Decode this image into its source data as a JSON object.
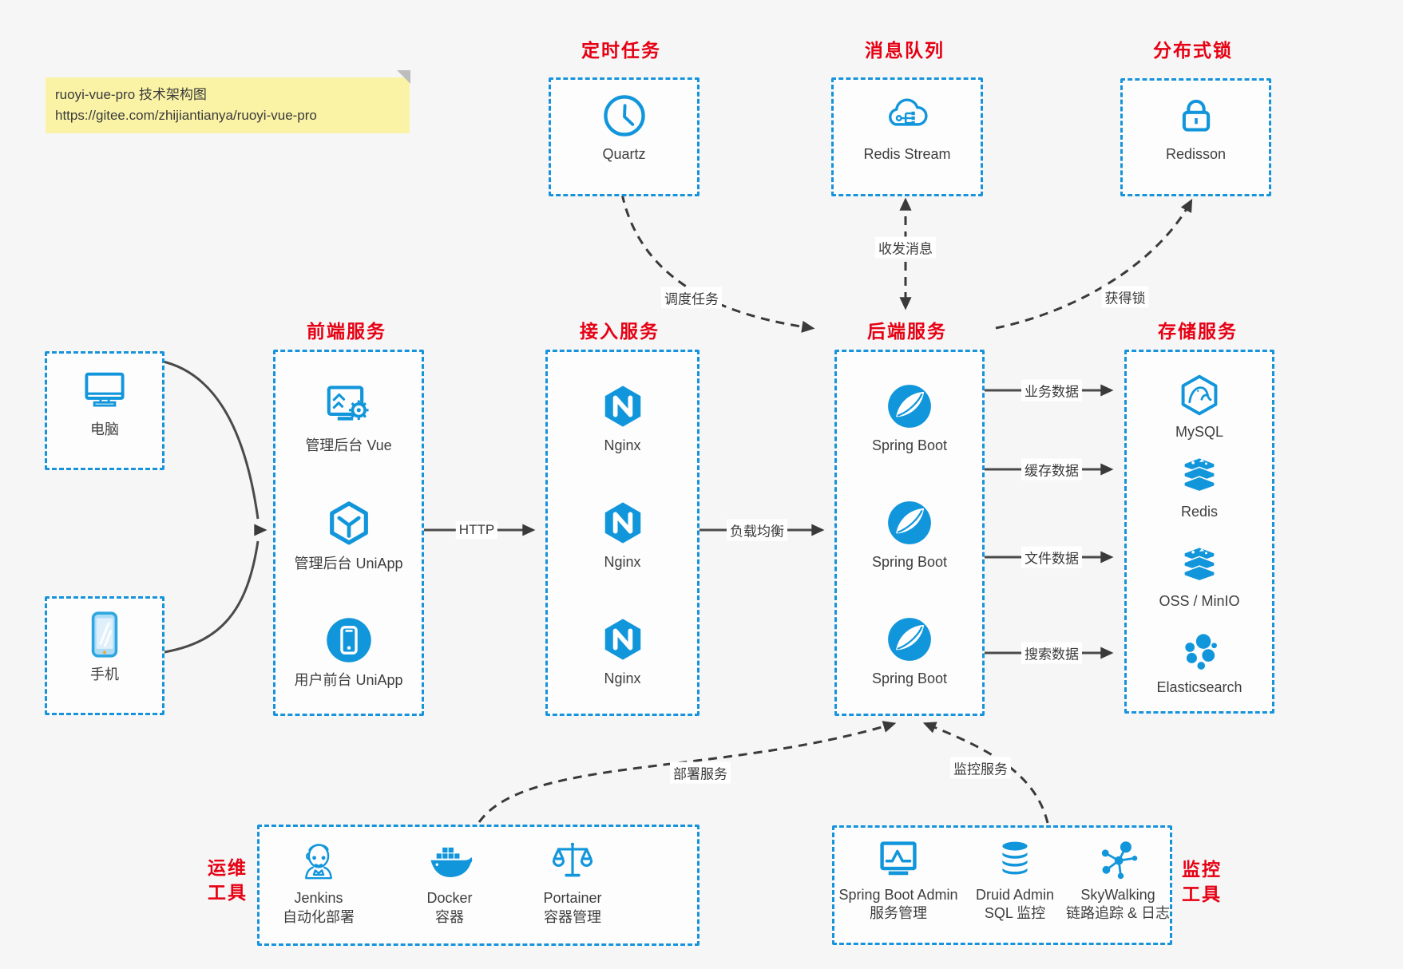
{
  "note": {
    "title": "ruoyi-vue-pro 技术架构图",
    "url": "https://gitee.com/zhijiantianya/ruoyi-vue-pro"
  },
  "top": {
    "timer": {
      "title": "定时任务",
      "label": "Quartz",
      "icon": "clock-icon"
    },
    "mq": {
      "title": "消息队列",
      "label": "Redis Stream",
      "icon": "cloud-stream-icon"
    },
    "lock": {
      "title": "分布式锁",
      "label": "Redisson",
      "icon": "lock-icon"
    }
  },
  "clients": {
    "pc": {
      "label": "电脑",
      "icon": "desktop-icon"
    },
    "mobile": {
      "label": "手机",
      "icon": "phone-icon"
    }
  },
  "columns": {
    "frontend": {
      "title": "前端服务",
      "items": [
        {
          "label": "管理后台 Vue",
          "icon": "admin-vue-icon"
        },
        {
          "label": "管理后台 UniApp",
          "icon": "uniapp-icon"
        },
        {
          "label": "用户前台 UniApp",
          "icon": "user-app-icon"
        }
      ]
    },
    "gateway": {
      "title": "接入服务",
      "items": [
        {
          "label": "Nginx",
          "icon": "nginx-icon"
        },
        {
          "label": "Nginx",
          "icon": "nginx-icon"
        },
        {
          "label": "Nginx",
          "icon": "nginx-icon"
        }
      ]
    },
    "backend": {
      "title": "后端服务",
      "items": [
        {
          "label": "Spring Boot",
          "icon": "spring-icon"
        },
        {
          "label": "Spring Boot",
          "icon": "spring-icon"
        },
        {
          "label": "Spring Boot",
          "icon": "spring-icon"
        }
      ]
    },
    "storage": {
      "title": "存储服务",
      "items": [
        {
          "label": "MySQL",
          "icon": "mysql-icon"
        },
        {
          "label": "Redis",
          "icon": "redis-stack-icon"
        },
        {
          "label": "OSS / MinIO",
          "icon": "oss-stack-icon"
        },
        {
          "label": "Elasticsearch",
          "icon": "elasticsearch-icon"
        }
      ]
    }
  },
  "bottom": {
    "ops": {
      "title_line1": "运维",
      "title_line2": "工具",
      "items": [
        {
          "name": "Jenkins",
          "desc": "自动化部署",
          "icon": "jenkins-icon"
        },
        {
          "name": "Docker",
          "desc": "容器",
          "icon": "docker-icon"
        },
        {
          "name": "Portainer",
          "desc": "容器管理",
          "icon": "portainer-icon"
        }
      ]
    },
    "monitoring": {
      "title_line1": "监控",
      "title_line2": "工具",
      "items": [
        {
          "name": "Spring Boot Admin",
          "desc": "服务管理",
          "icon": "monitor-chart-icon"
        },
        {
          "name": "Druid Admin",
          "desc": "SQL 监控",
          "icon": "database-icon"
        },
        {
          "name": "SkyWalking",
          "desc": "链路追踪 & 日志",
          "icon": "topology-icon"
        }
      ]
    }
  },
  "edges": {
    "http": "HTTP",
    "load_balance": "负载均衡",
    "schedule": "调度任务",
    "message": "收发消息",
    "acquire_lock": "获得锁",
    "biz_data": "业务数据",
    "cache_data": "缓存数据",
    "file_data": "文件数据",
    "search_data": "搜索数据",
    "deploy": "部署服务",
    "monitor": "监控服务"
  },
  "colors": {
    "accent": "#1296db",
    "title_red": "#e60013",
    "arrow": "#3a3a3a",
    "note_bg": "#faf3a6",
    "background": "#f6f6f7"
  }
}
